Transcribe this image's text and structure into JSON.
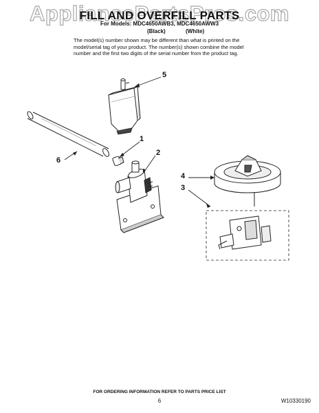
{
  "watermark": "AppliancePartsPros.com",
  "header": {
    "title": "FILL AND OVERFILL PARTS",
    "models": "For Models: MDC4650AWB3, MDC4650AWW3",
    "color_black": "(Black)",
    "color_white": "(White)"
  },
  "note": {
    "line1": "The model(s) number shown may be different than what is printed on the model/serial tag of your product. The number(s) shown combine the model number and the first two digits of the serial number from the product tag."
  },
  "callouts": {
    "c1": "1",
    "c2": "2",
    "c3": "3",
    "c4": "4",
    "c5": "5",
    "c6": "6"
  },
  "footer": {
    "ordering": "FOR ORDERING INFORMATION REFER TO PARTS PRICE LIST",
    "page_number": "6",
    "doc_number": "W10330190"
  }
}
